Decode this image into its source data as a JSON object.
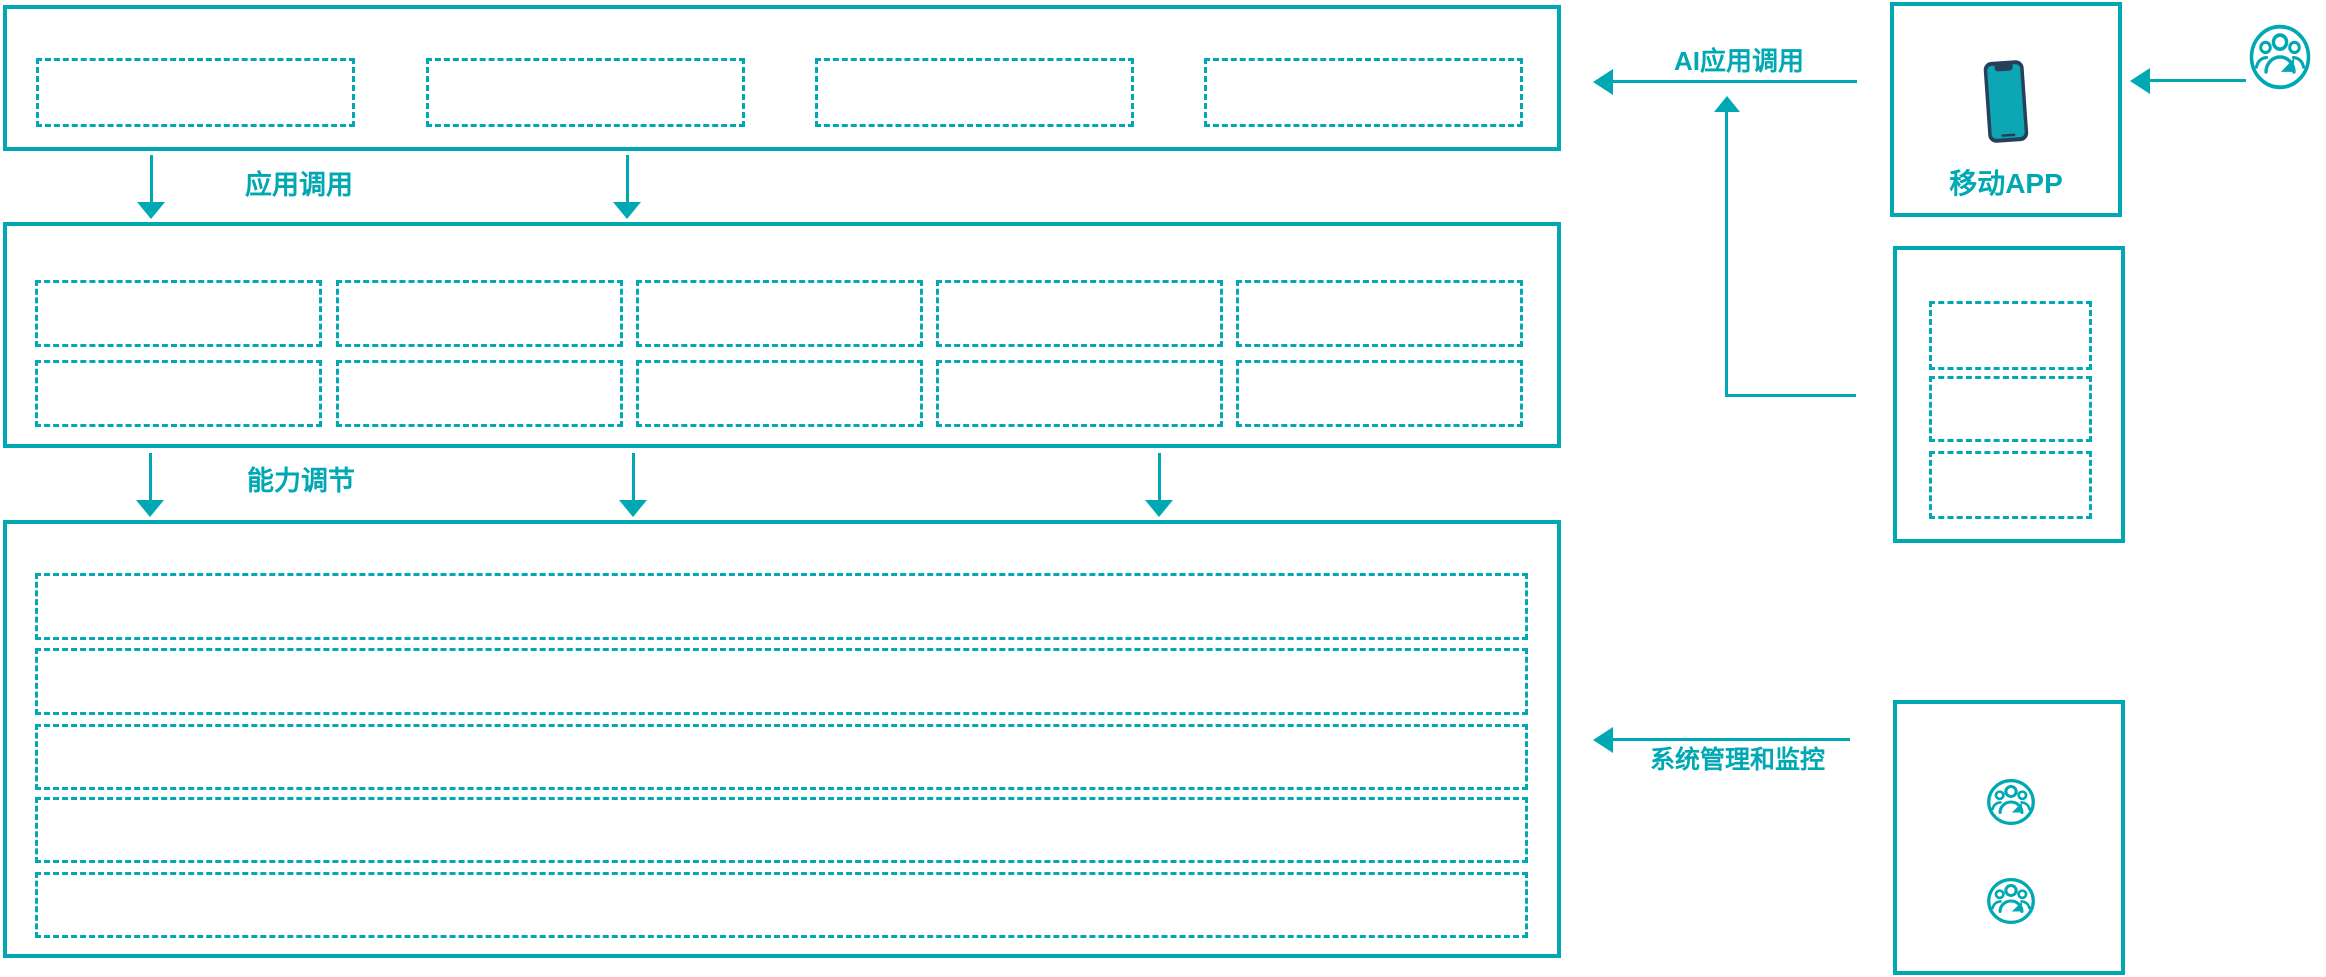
{
  "diagram": {
    "background_color": "#ffffff",
    "accent_color": "#00a8b4",
    "labels": {
      "app_call": "应用调用",
      "capability": "能力调节",
      "ai_call": "AI应用调用",
      "mobile_app": "移动APP",
      "monitor": "系统管理和监控"
    },
    "panels": {
      "top_panel": {
        "placeholder_count": 4
      },
      "middle_panel": {
        "placeholder_rows": 2,
        "placeholder_cols": 5
      },
      "bottom_panel": {
        "placeholder_rows": 5
      },
      "mobile_panel": {
        "label": "移动APP",
        "icon": "mobile-phone-icon"
      },
      "module_panel": {
        "placeholder_count": 3
      },
      "admin_panel": {
        "icon": "user-group-icon",
        "icon_count": 2
      }
    },
    "icons": {
      "user_group": "user-group-icon",
      "mobile_phone": "mobile-phone-icon",
      "phone_body_color": "#26405c",
      "phone_screen_color": "#0ca6b4"
    }
  }
}
